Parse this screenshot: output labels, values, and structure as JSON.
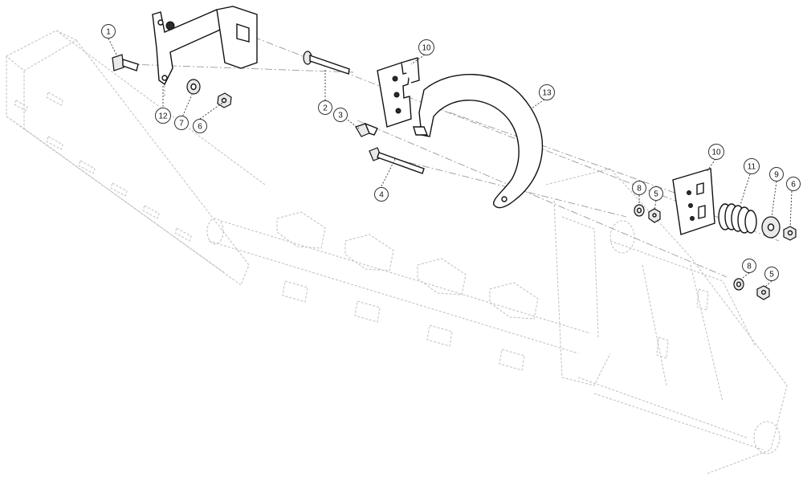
{
  "callouts": [
    {
      "id": "c1",
      "label": "1"
    },
    {
      "id": "c2",
      "label": "2"
    },
    {
      "id": "c3",
      "label": "3"
    },
    {
      "id": "c4",
      "label": "4"
    },
    {
      "id": "c5a",
      "label": "5"
    },
    {
      "id": "c5b",
      "label": "5"
    },
    {
      "id": "c6a",
      "label": "6"
    },
    {
      "id": "c6b",
      "label": "6"
    },
    {
      "id": "c7",
      "label": "7"
    },
    {
      "id": "c8a",
      "label": "8"
    },
    {
      "id": "c8b",
      "label": "8"
    },
    {
      "id": "c9",
      "label": "9"
    },
    {
      "id": "c10a",
      "label": "10"
    },
    {
      "id": "c10b",
      "label": "10"
    },
    {
      "id": "c11",
      "label": "11"
    },
    {
      "id": "c12",
      "label": "12"
    },
    {
      "id": "c13",
      "label": "13"
    }
  ]
}
